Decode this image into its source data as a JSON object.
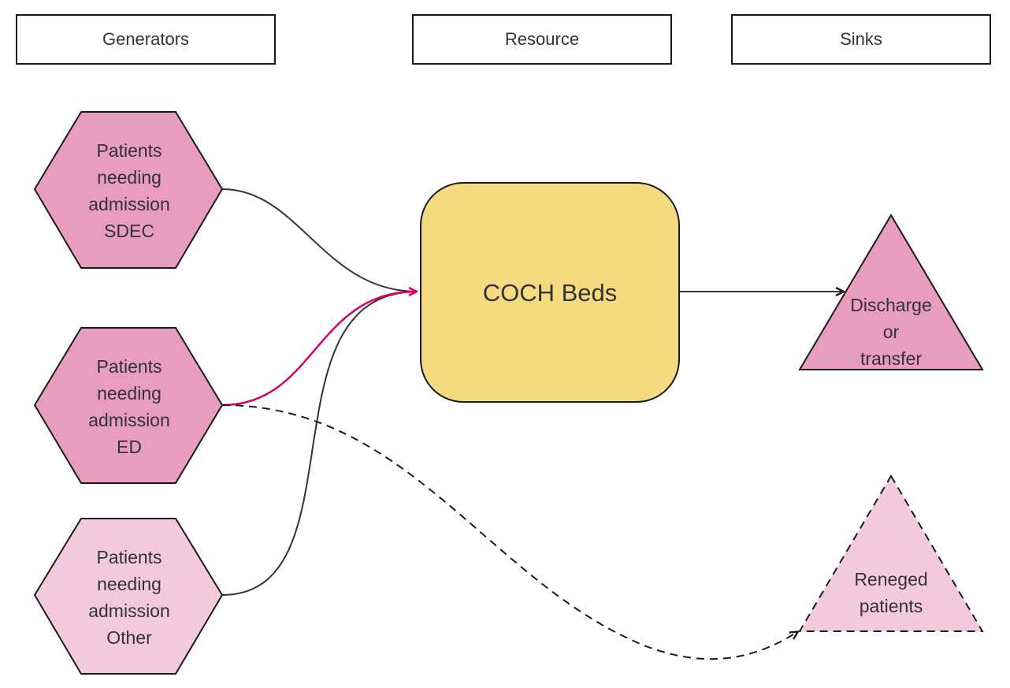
{
  "headers": {
    "generators": "Generators",
    "resource": "Resource",
    "sinks": "Sinks"
  },
  "generators": [
    {
      "lines": [
        "Patients",
        "needing",
        "admission",
        "SDEC"
      ],
      "fill": "#e89cc0"
    },
    {
      "lines": [
        "Patients",
        "needing",
        "admission",
        "ED"
      ],
      "fill": "#e89cc0"
    },
    {
      "lines": [
        "Patients",
        "needing",
        "admission",
        "Other"
      ],
      "fill": "#f3cadd"
    }
  ],
  "resource": {
    "label": "COCH Beds",
    "fill": "#f5da7f"
  },
  "sinks": {
    "discharge": {
      "lines": [
        "Discharge",
        "or",
        "transfer"
      ],
      "fill": "#e89cc0"
    },
    "reneged": {
      "lines": [
        "Reneged",
        "patients"
      ],
      "fill": "#f3cadd"
    }
  },
  "colors": {
    "stroke": "#1a1a1a",
    "highlight_edge": "#d6006b"
  }
}
